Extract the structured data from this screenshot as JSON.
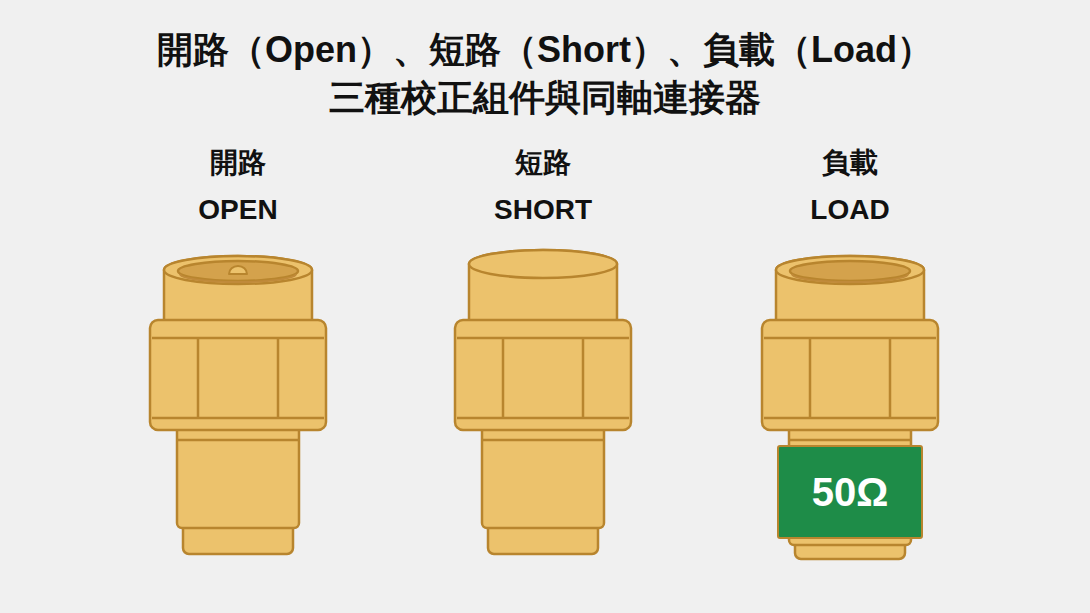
{
  "diagram": {
    "title": "開路（Open）、短路（Short）、負載（Load） 三種校正組件與同軸連接器",
    "nodes": [
      {
        "text": [
          "50Ω"
        ]
      }
    ],
    "labels": [
      "開路",
      "OPEN",
      "短路",
      "SHORT",
      "負載",
      "LOAD"
    ]
  }
}
